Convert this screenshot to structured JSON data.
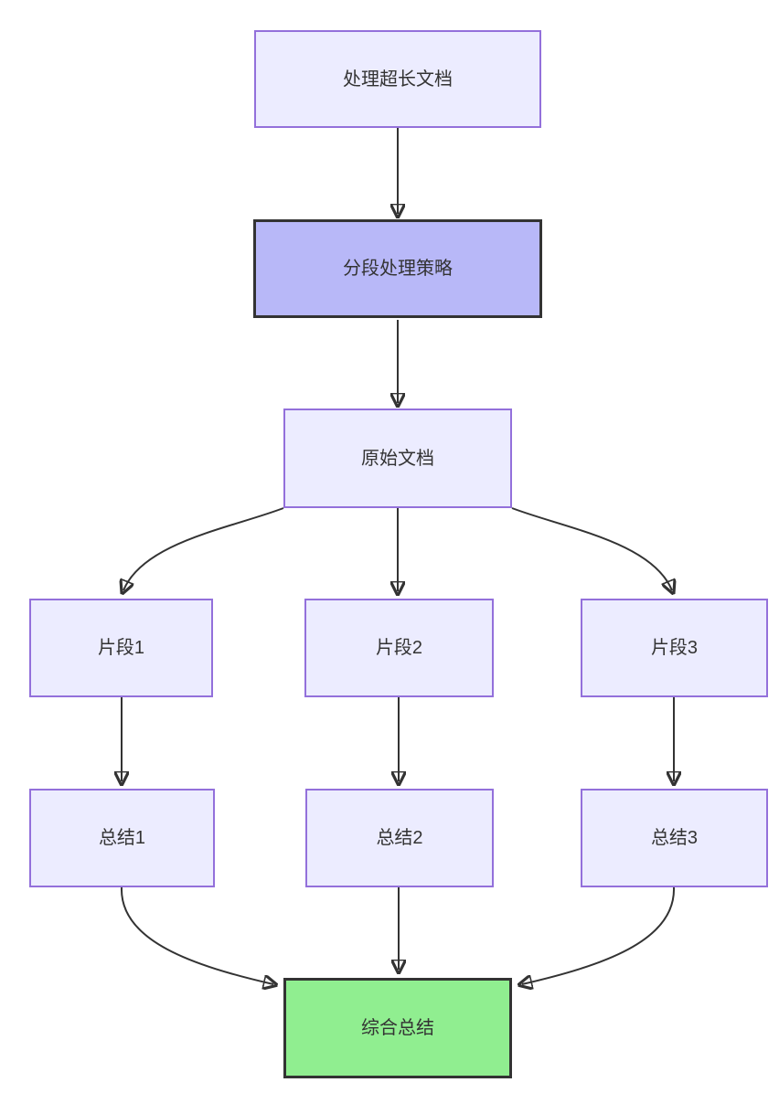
{
  "diagram": {
    "type": "flowchart",
    "direction": "top-down",
    "nodes": {
      "start": {
        "label": "处理超长文档",
        "shape": "rect",
        "style": "default"
      },
      "strategy": {
        "label": "分段处理策略",
        "shape": "rect",
        "style": "highlight-purple"
      },
      "source_doc": {
        "label": "原始文档",
        "shape": "rect",
        "style": "default"
      },
      "segment1": {
        "label": "片段1",
        "shape": "rect",
        "style": "default"
      },
      "segment2": {
        "label": "片段2",
        "shape": "rect",
        "style": "default"
      },
      "segment3": {
        "label": "片段3",
        "shape": "rect",
        "style": "default"
      },
      "summary1": {
        "label": "总结1",
        "shape": "rect",
        "style": "default"
      },
      "summary2": {
        "label": "总结2",
        "shape": "rect",
        "style": "default"
      },
      "summary3": {
        "label": "总结3",
        "shape": "rect",
        "style": "default"
      },
      "final_summary": {
        "label": "综合总结",
        "shape": "rect",
        "style": "highlight-green"
      }
    },
    "edges": [
      {
        "from": "处理超长文档",
        "to": "分段处理策略",
        "arrow": "down"
      },
      {
        "from": "分段处理策略",
        "to": "原始文档",
        "arrow": "down"
      },
      {
        "from": "原始文档",
        "to": "片段1",
        "arrow": "curve-left"
      },
      {
        "from": "原始文档",
        "to": "片段2",
        "arrow": "down"
      },
      {
        "from": "原始文档",
        "to": "片段3",
        "arrow": "curve-right"
      },
      {
        "from": "片段1",
        "to": "总结1",
        "arrow": "down"
      },
      {
        "from": "片段2",
        "to": "总结2",
        "arrow": "down"
      },
      {
        "from": "片段3",
        "to": "总结3",
        "arrow": "down"
      },
      {
        "from": "总结1",
        "to": "综合总结",
        "arrow": "curve-right-in"
      },
      {
        "from": "总结2",
        "to": "综合总结",
        "arrow": "down"
      },
      {
        "from": "总结3",
        "to": "综合总结",
        "arrow": "curve-left-in"
      }
    ],
    "colors": {
      "default_fill": "#ECECFF",
      "default_border": "#9370DB",
      "highlight_purple_fill": "#B8B8F8",
      "highlight_green_fill": "#90EE90",
      "highlight_border": "#333333",
      "edge": "#333333",
      "text": "#333333",
      "background": "#FFFFFF"
    }
  }
}
